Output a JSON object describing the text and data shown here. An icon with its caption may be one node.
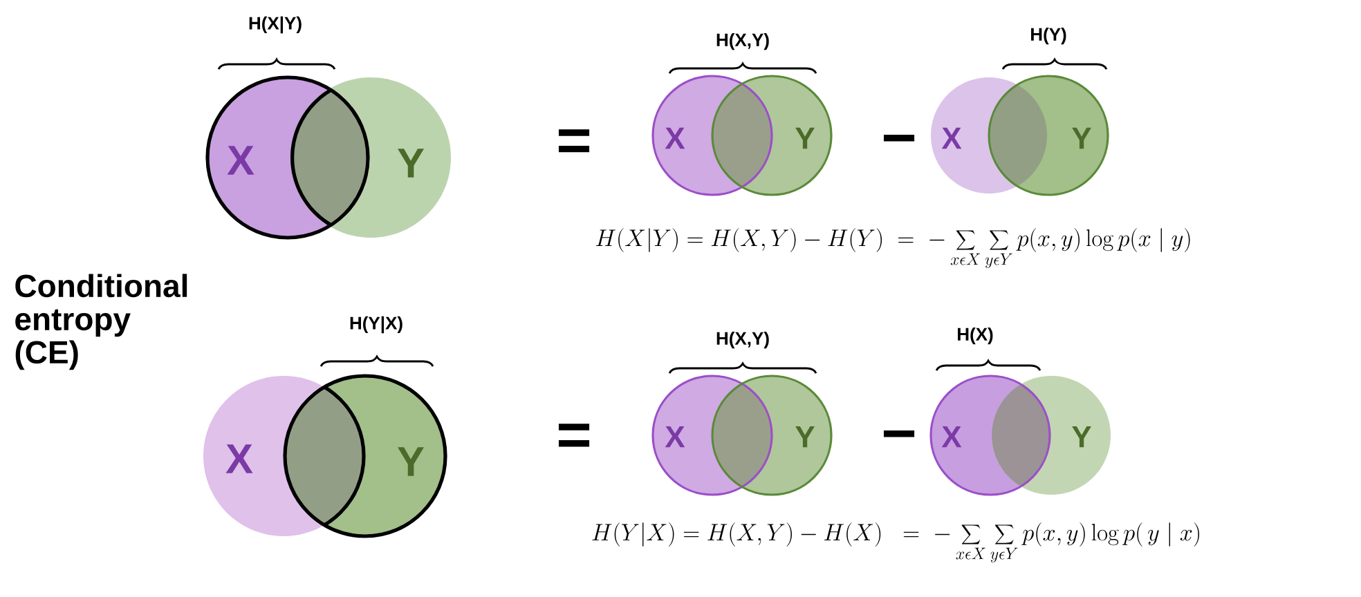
{
  "diagram": {
    "title": "Conditional entropy (CE)",
    "nodes": [
      {
        "text": [
          "X"
        ]
      },
      {
        "text": [
          "Y"
        ]
      },
      {
        "text": [
          "X"
        ]
      },
      {
        "text": [
          "Y"
        ]
      },
      {
        "text": [
          "X"
        ]
      },
      {
        "text": [
          "Y"
        ]
      },
      {
        "text": [
          "X"
        ]
      },
      {
        "text": [
          "Y"
        ]
      },
      {
        "text": [
          "X"
        ]
      },
      {
        "text": [
          "Y"
        ]
      },
      {
        "text": [
          "X"
        ]
      },
      {
        "text": [
          "Y"
        ]
      }
    ],
    "labels": [
      "H(X|Y)",
      "=",
      "H(X,Y)",
      "−",
      "H(Y)",
      "\\displaystyle H(X|Y) = H(X,Y) - H(Y) \\;=\\; -\\sum_{x \\epsilon X} \\sum_{y \\epsilon Y} p(x,y) \\log p(x \\mid y)",
      "H(Y|X)",
      "=",
      "H(X,Y)",
      "−",
      "H(X)",
      "\\displaystyle H(Y|X) = H(X,Y) - H(X) \\;\\;=\\; -\\sum_{x \\epsilon X} \\sum_{y \\epsilon Y} p(x,y) \\log p(\\, y \\mid x)"
    ]
  }
}
